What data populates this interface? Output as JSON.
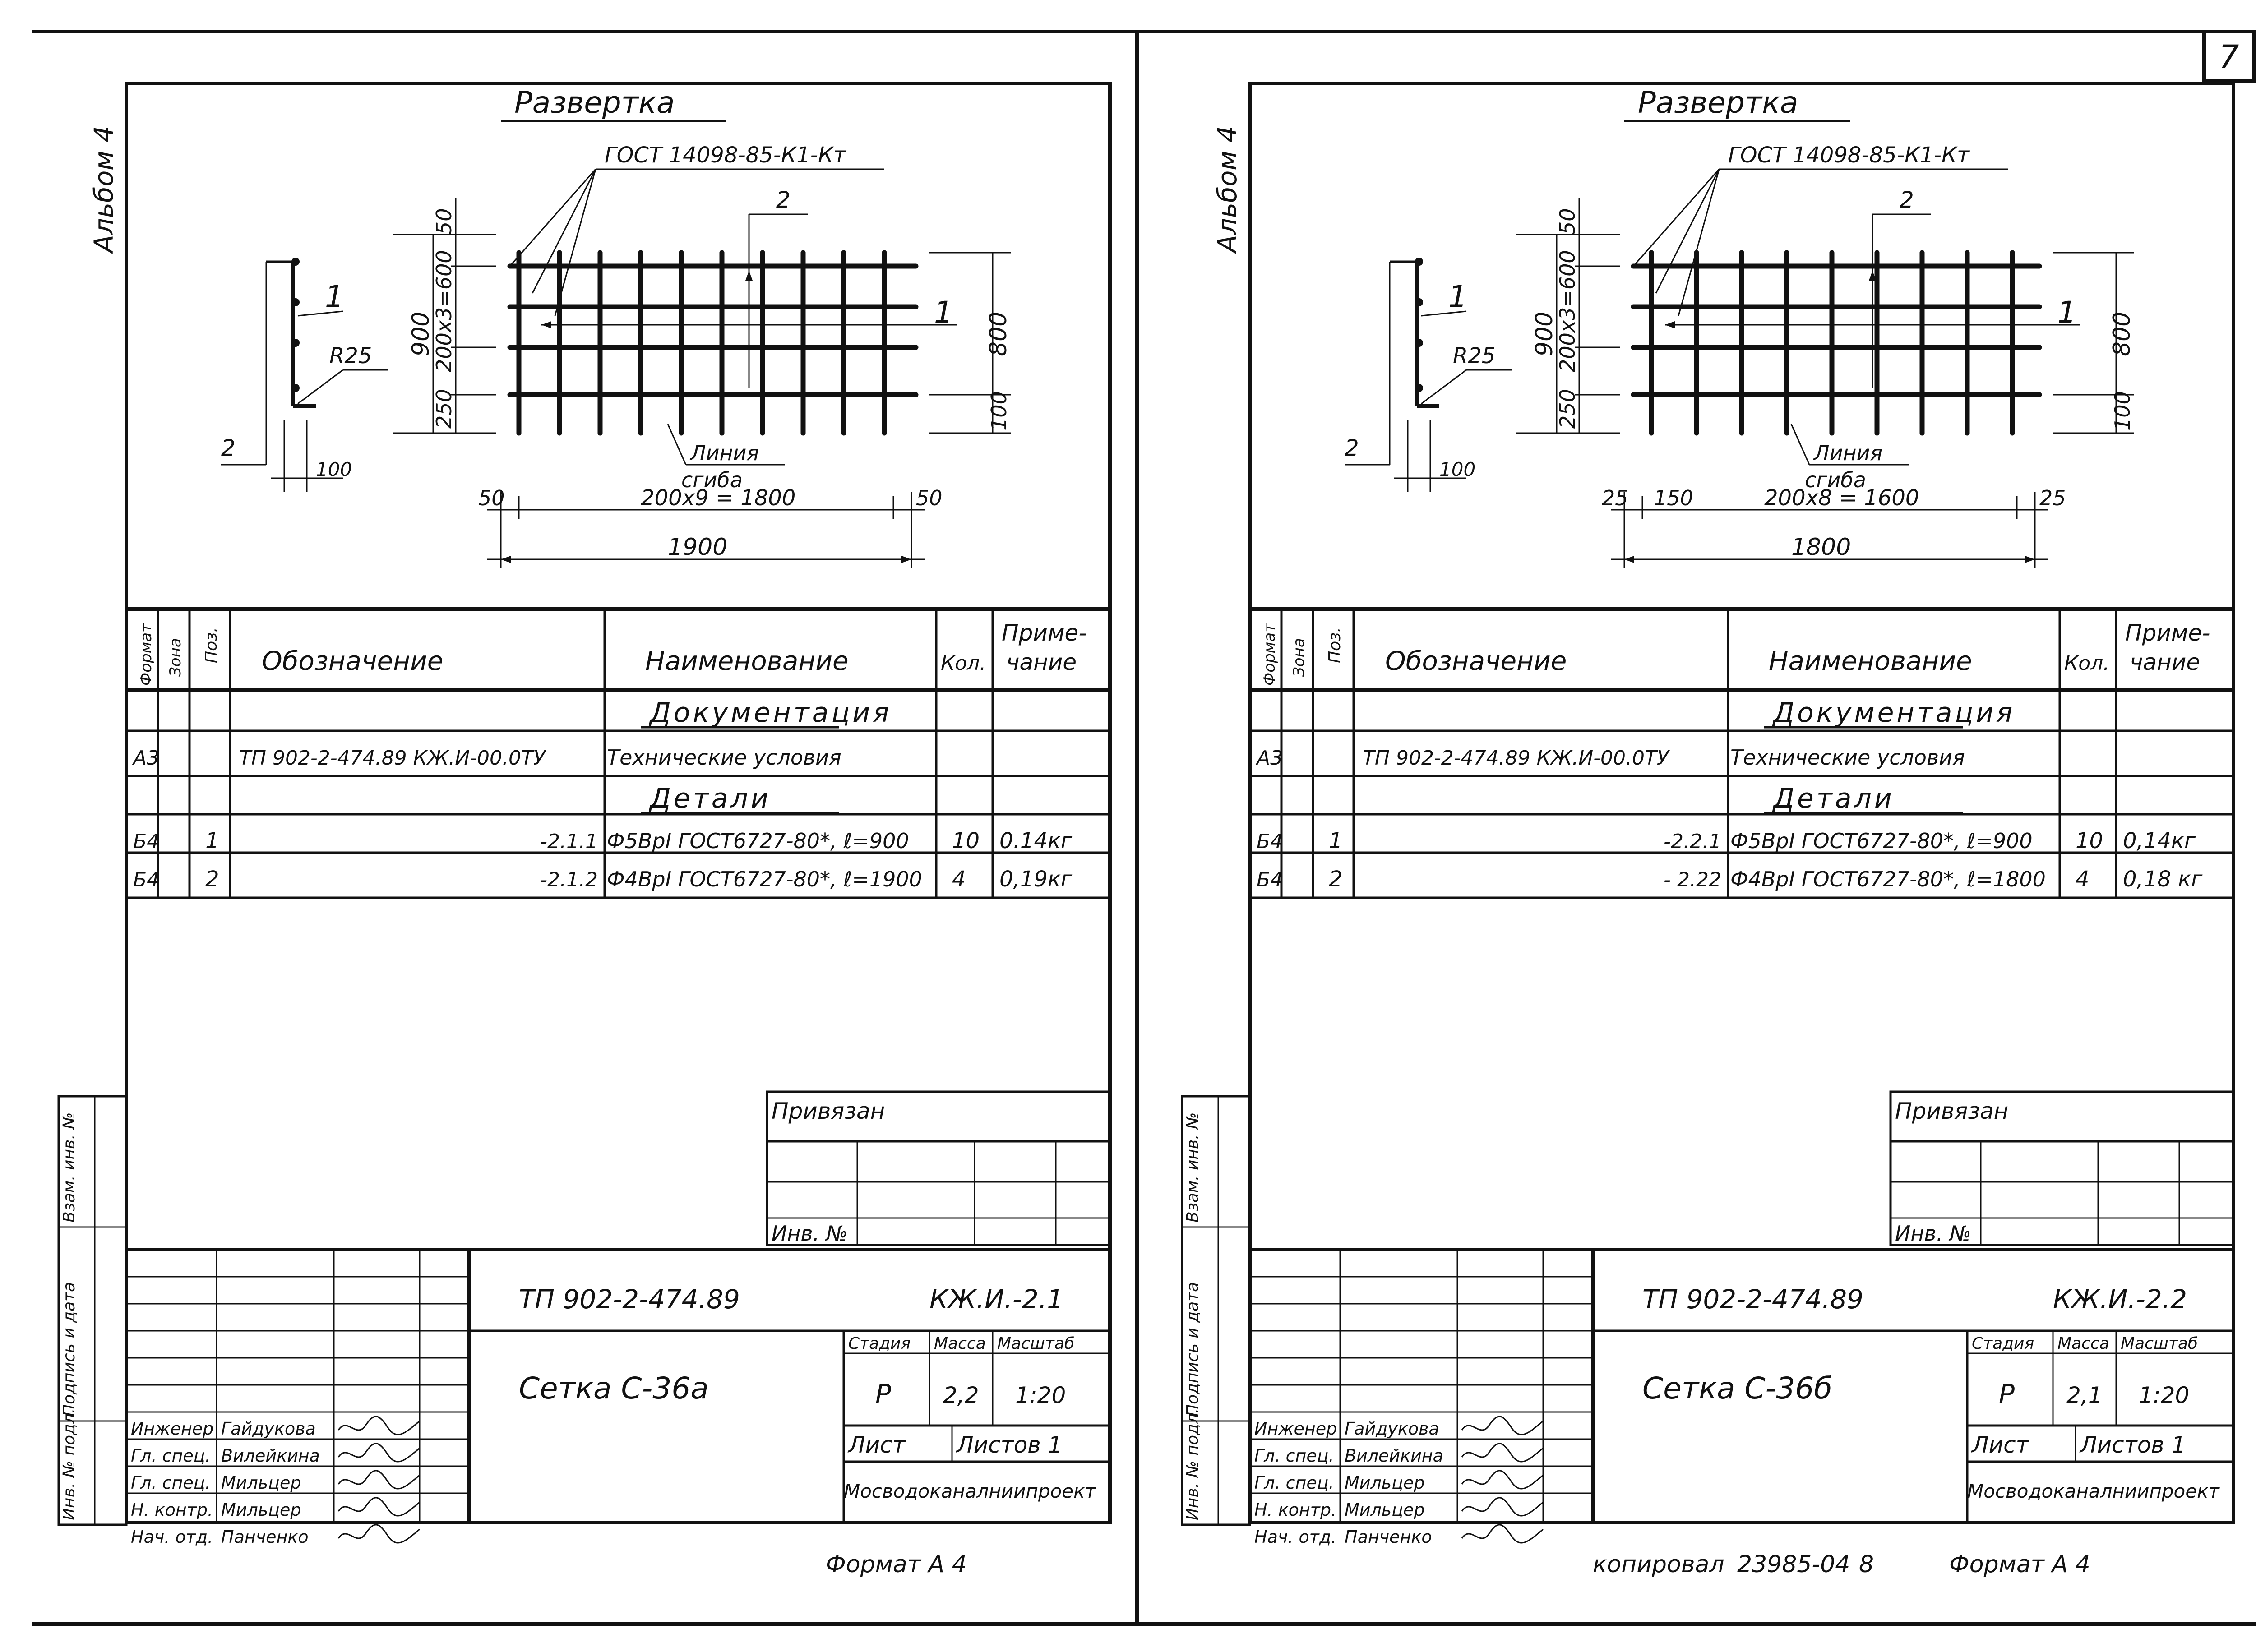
{
  "page_number": "7",
  "bottom_note": "копировал",
  "bottom_code": "23985-04",
  "bottom_num": "8",
  "sheets": [
    {
      "album": "Альбом 4",
      "title": "Развертка",
      "gost": "ГОСТ 14098-85-К1-Кт",
      "dims": {
        "d50_top": "50",
        "d200x3": "200х3=600",
        "d250": "250",
        "d900": "900",
        "d800": "800",
        "d100_right": "100",
        "r25": "R25",
        "d100_left": "100",
        "b_left": "50",
        "b_mid": "",
        "b_main": "200х9 = 1800",
        "b_right": "50",
        "b_total": "1900"
      },
      "pos1": "1",
      "pos2": "2",
      "pos1b": "1",
      "pos2b": "2",
      "bend": [
        "Линия",
        "сгиба"
      ],
      "spec_header": {
        "format": "Формат",
        "zone": "Зона",
        "pos": "Поз.",
        "designation": "Обозначение",
        "name": "Наименование",
        "qty": "Кол.",
        "note": [
          "Приме-",
          "чание"
        ]
      },
      "rows": [
        {
          "format": "",
          "pos": "",
          "designation": "",
          "name": "Документация",
          "qty": "",
          "note": ""
        },
        {
          "format": "А3",
          "pos": "",
          "designation": "ТП 902-2-474.89  КЖ.И-00.0ТУ",
          "name": "Технические условия",
          "qty": "",
          "note": ""
        },
        {
          "format": "",
          "pos": "",
          "designation": "",
          "name": "Детали",
          "qty": "",
          "note": ""
        },
        {
          "format": "Б4",
          "pos": "1",
          "designation": "-2.1.1",
          "name": "Ф5ВрI ГОСТ6727-80*, ℓ=900",
          "qty": "10",
          "note": "0.14кг"
        },
        {
          "format": "Б4",
          "pos": "2",
          "designation": "-2.1.2",
          "name": "Ф4ВрI ГОСТ6727-80*, ℓ=1900",
          "qty": "4",
          "note": "0,19кг"
        }
      ],
      "privyazan": "Привязан",
      "inv_no": "Инв. №",
      "side_labels": [
        "Инв. № подл.",
        "Подпись и дата",
        "Взам. инв. №"
      ],
      "doc_code": "ТП 902-2-474.89",
      "doc_mark": "КЖ.И.-2.1",
      "doc_name": "Сетка  С-36а",
      "stage_h": "Стадия",
      "mass_h": "Масса",
      "scale_h": "Масштаб",
      "stage": "Р",
      "mass": "2,2",
      "scale": "1:20",
      "list_h": "Лист",
      "lists_h": "Листов 1",
      "org": "Мосводоканалниипроект",
      "format_label": "Формат А 4",
      "staff": [
        {
          "role": "Инженер",
          "name": "Гайдукова"
        },
        {
          "role": "Гл. спец.",
          "name": "Вилейкина"
        },
        {
          "role": "Гл. спец.",
          "name": "Мильцер"
        },
        {
          "role": "Н. контр.",
          "name": "Мильцер"
        },
        {
          "role": "Нач. отд.",
          "name": "Панченко"
        }
      ]
    },
    {
      "album": "Альбом 4",
      "title": "Развертка",
      "gost": "ГОСТ 14098-85-К1-Кт",
      "dims": {
        "d50_top": "50",
        "d200x3": "200х3=600",
        "d250": "250",
        "d900": "900",
        "d800": "800",
        "d100_right": "100",
        "r25": "R25",
        "d100_left": "100",
        "b_left": "25",
        "b_mid": "150",
        "b_main": "200х8 = 1600",
        "b_right": "25",
        "b_total": "1800"
      },
      "pos1": "1",
      "pos2": "2",
      "pos1b": "1",
      "pos2b": "2",
      "bend": [
        "Линия",
        "сгиба"
      ],
      "spec_header": {
        "format": "Формат",
        "zone": "Зона",
        "pos": "Поз.",
        "designation": "Обозначение",
        "name": "Наименование",
        "qty": "Кол.",
        "note": [
          "Приме-",
          "чание"
        ]
      },
      "rows": [
        {
          "format": "",
          "pos": "",
          "designation": "",
          "name": "Документация",
          "qty": "",
          "note": ""
        },
        {
          "format": "А3",
          "pos": "",
          "designation": "ТП 902-2-474.89  КЖ.И-00.0ТУ",
          "name": "Технические условия",
          "qty": "",
          "note": ""
        },
        {
          "format": "",
          "pos": "",
          "designation": "",
          "name": "Детали",
          "qty": "",
          "note": ""
        },
        {
          "format": "Б4",
          "pos": "1",
          "designation": "-2.2.1",
          "name": "Ф5ВрI ГОСТ6727-80*, ℓ=900",
          "qty": "10",
          "note": "0,14кг"
        },
        {
          "format": "Б4",
          "pos": "2",
          "designation": "- 2.22",
          "name": "Ф4ВрI ГОСТ6727-80*, ℓ=1800",
          "qty": "4",
          "note": "0,18 кг"
        }
      ],
      "privyazan": "Привязан",
      "inv_no": "Инв. №",
      "side_labels": [
        "Инв. № подл.",
        "Подпись и дата",
        "Взам. инв. №"
      ],
      "doc_code": "ТП 902-2-474.89",
      "doc_mark": "КЖ.И.-2.2",
      "doc_name": "Сетка  С-36б",
      "stage_h": "Стадия",
      "mass_h": "Масса",
      "scale_h": "Масштаб",
      "stage": "Р",
      "mass": "2,1",
      "scale": "1:20",
      "list_h": "Лист",
      "lists_h": "Листов 1",
      "org": "Мосводоканалниипроект",
      "format_label": "Формат А 4",
      "staff": [
        {
          "role": "Инженер",
          "name": "Гайдукова"
        },
        {
          "role": "Гл. спец.",
          "name": "Вилейкина"
        },
        {
          "role": "Гл. спец.",
          "name": "Мильцер"
        },
        {
          "role": "Н. контр.",
          "name": "Мильцер"
        },
        {
          "role": "Нач. отд.",
          "name": "Панченко"
        }
      ]
    }
  ]
}
